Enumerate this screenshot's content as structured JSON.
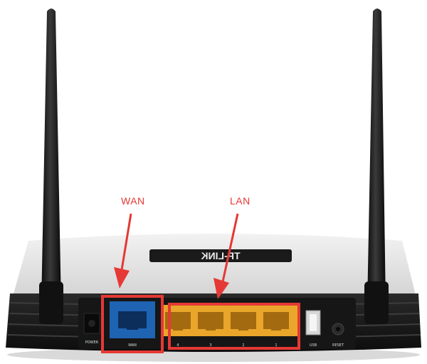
{
  "callouts": {
    "wan": "WAN",
    "lan": "LAN"
  },
  "router": {
    "brand_mark": "TP-LINK",
    "port_labels": {
      "power": "POWER",
      "wan": "WAN",
      "lan4": "4",
      "lan3": "3",
      "lan2": "2",
      "lan1": "1",
      "usb": "USB",
      "reset": "RESET"
    }
  },
  "colors": {
    "highlight": "#e53935",
    "wan_port": "#1f63b3",
    "lan_ports": "#e9a62a",
    "router_body": "#1b1b1b",
    "router_top": "#e9e9e9"
  },
  "icons": {
    "arrow": "red-down-arrow",
    "antenna": "antenna"
  }
}
